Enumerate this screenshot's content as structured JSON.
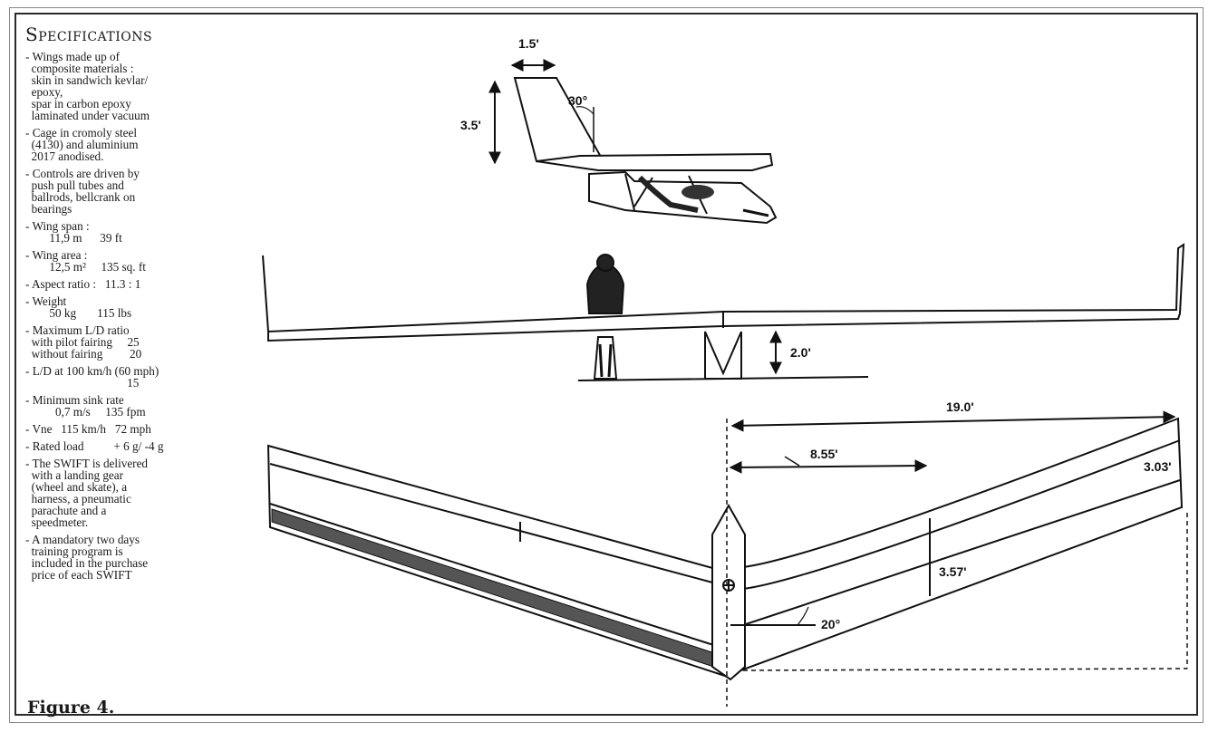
{
  "specs": {
    "title": "Specifications",
    "items": [
      "- Wings made up of\n  composite materials :\n  skin in sandwich kevlar/\n  epoxy,\n  spar in carbon epoxy\n  laminated under vacuum",
      "- Cage in cromoly steel\n  (4130) and aluminium\n  2017 anodised.",
      "- Controls are driven by\n  push pull tubes and\n  ballrods, bellcrank on\n  bearings",
      "- Wing span :\n        11,9 m      39 ft",
      "- Wing area :\n        12,5 m²     135 sq. ft",
      "- Aspect ratio :   11.3 : 1",
      "- Weight\n        50 kg       115 lbs",
      "- Maximum L/D ratio\n  with pilot fairing     25\n  without fairing         20",
      "- L/D at 100 km/h (60 mph)\n                                  15",
      "- Minimum sink rate\n          0,7 m/s     135 fpm",
      "- Vne   115 km/h   72 mph",
      "- Rated load          + 6 g/ -4 g",
      "- The SWIFT is delivered\n  with a landing gear\n  (wheel and skate), a\n  harness, a pneumatic\n  parachute and a\n  speedmeter.",
      "- A mandatory two days\n  training program is\n  included in the purchase\n  price of each SWIFT"
    ]
  },
  "caption": "Figure 4.",
  "dimensions": {
    "fin_chord": "1.5'",
    "fin_height": "3.5'",
    "fin_sweep": "30°",
    "ground_clearance": "2.0'",
    "half_span": "19.0'",
    "mid_station": "8.55'",
    "tip_chord": "3.03'",
    "mid_chord": "3.57'",
    "sweep_angle": "20°"
  }
}
